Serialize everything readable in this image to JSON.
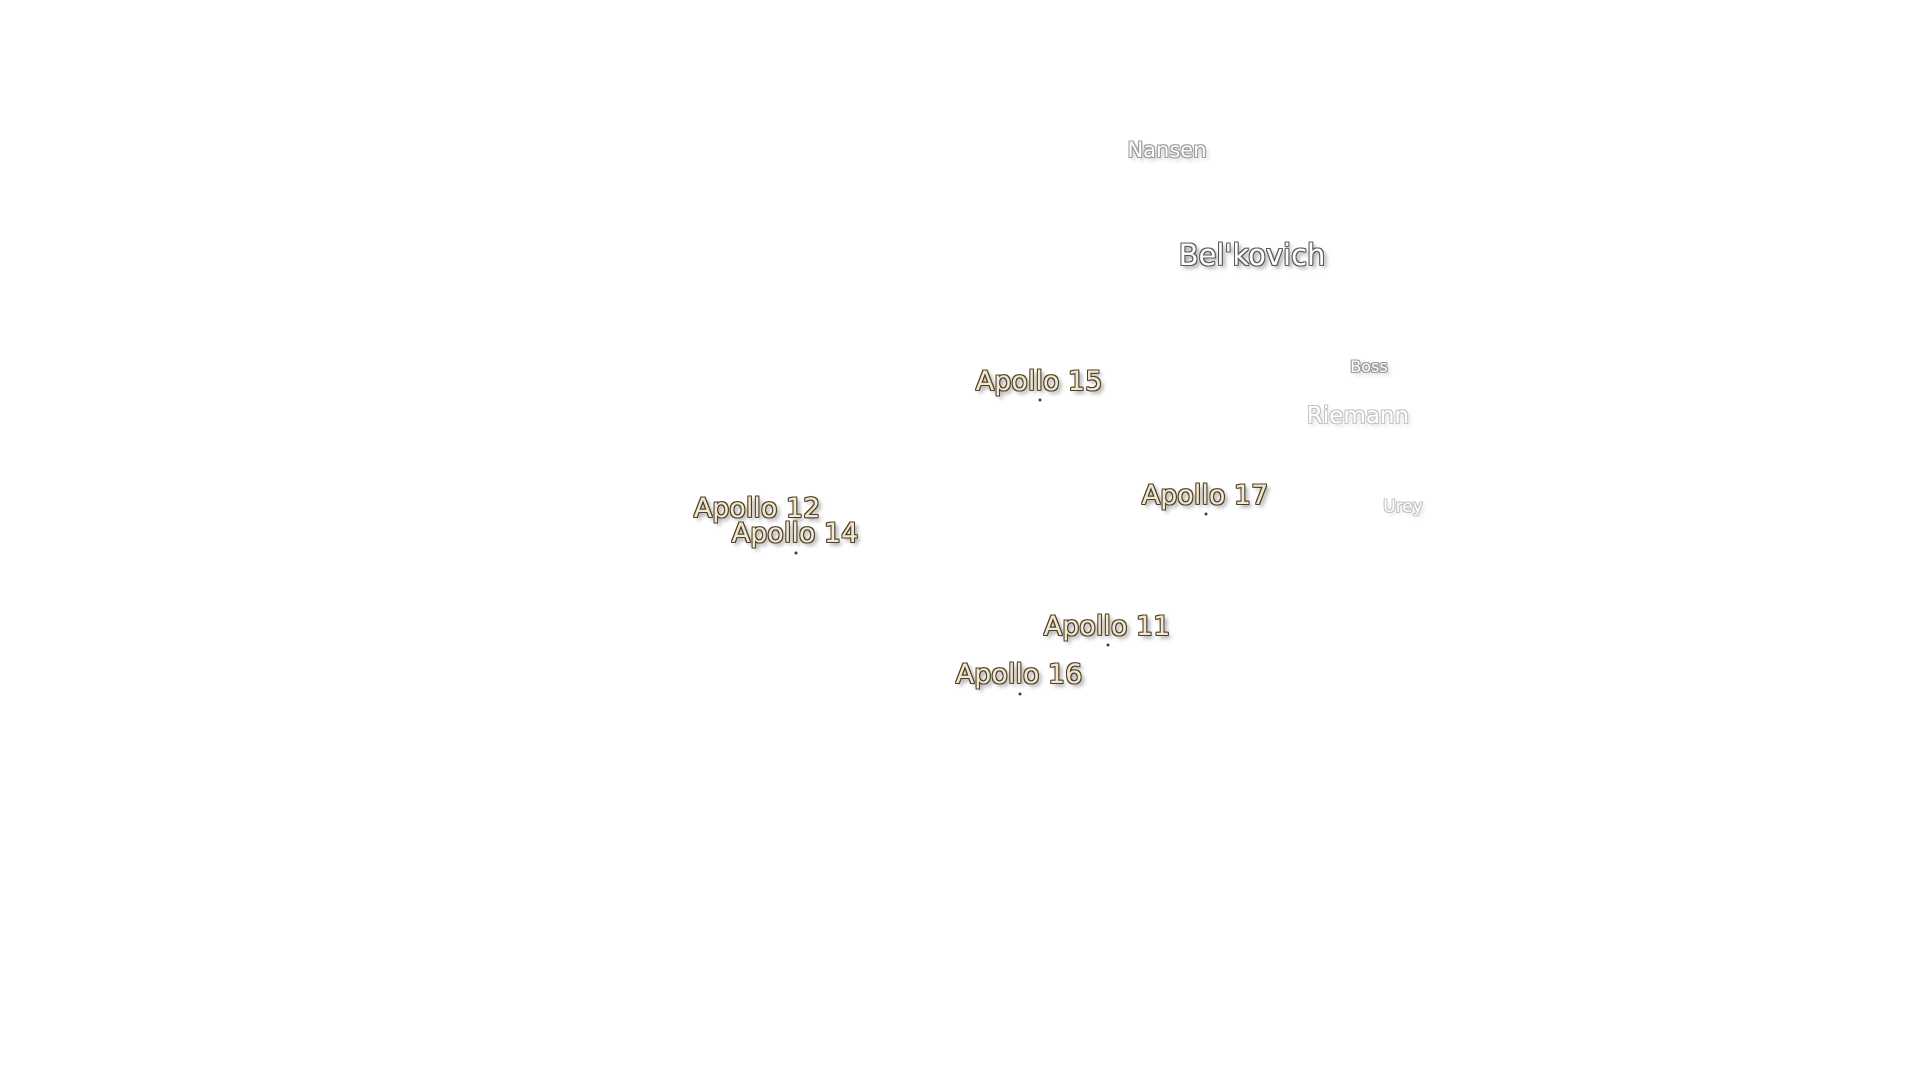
{
  "features": [
    {
      "id": "nansen",
      "name": "Nansen"
    },
    {
      "id": "belkovich",
      "name": "Bel'kovich"
    },
    {
      "id": "boss",
      "name": "Boss"
    },
    {
      "id": "riemann",
      "name": "Riemann"
    },
    {
      "id": "urey",
      "name": "Urey"
    }
  ],
  "landing_sites": [
    {
      "id": "apollo15",
      "name": "Apollo 15"
    },
    {
      "id": "apollo17",
      "name": "Apollo 17"
    },
    {
      "id": "apollo12",
      "name": "Apollo 12"
    },
    {
      "id": "apollo14",
      "name": "Apollo 14"
    },
    {
      "id": "apollo11",
      "name": "Apollo 11"
    },
    {
      "id": "apollo16",
      "name": "Apollo 16"
    }
  ],
  "colors": {
    "background": "#ffffff",
    "feature_label": "#ffffff",
    "feature_outline": "#5a5a5a",
    "landing_label": "#f3e8cc",
    "landing_outline": "#4b3f2c"
  }
}
